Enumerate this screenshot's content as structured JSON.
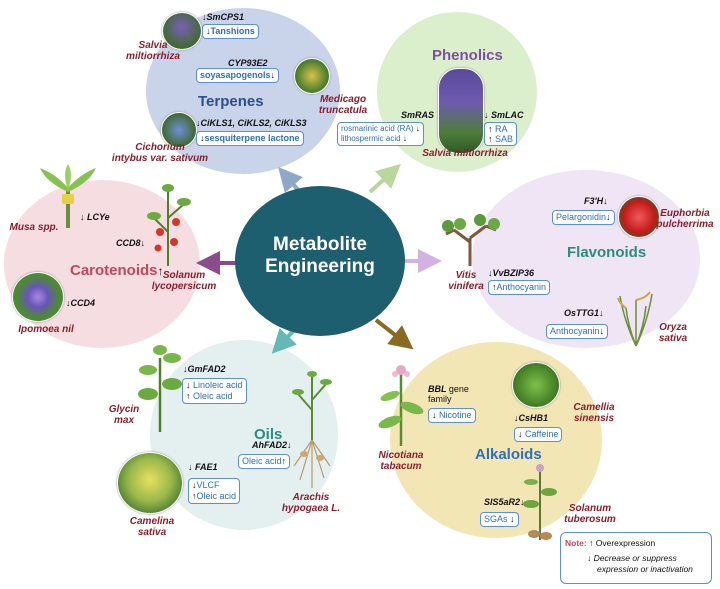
{
  "center": {
    "line1": "Metabolite",
    "line2": "Engineering"
  },
  "groups": {
    "terpenes": {
      "title": "Terpenes"
    },
    "phenolics": {
      "title": "Phenolics"
    },
    "flavonoids": {
      "title": "Flavonoids"
    },
    "alkaloids": {
      "title": "Alkaloids"
    },
    "oils": {
      "title": "Oils"
    },
    "carotenoids": {
      "title": "Carotenoids"
    }
  },
  "terpenes": {
    "gene1": "SmCPS1",
    "product1": "Tanshions",
    "species1a": "Salvia",
    "species1b": "miltiorrhiza",
    "gene2": "CYP93E2",
    "product2": "soyasapogenols",
    "species2a": "Medicago",
    "species2b": "truncatula",
    "gene3": "CiKLS1, CiKLS2, CiKLS3",
    "product3": "sesquiterpene lactone",
    "species3a": "Cichorium",
    "species3b": "intybus var. sativum"
  },
  "phenolics": {
    "gene1": "SmRAS",
    "gene2": "SmLAC",
    "product1": "rosmarinic acid (RA)",
    "product2": "lithospermic acid",
    "product3": "RA",
    "product4": "SAB",
    "species": "Salvia miltiorrhiza"
  },
  "flavonoids": {
    "gene1": "F3'H",
    "product1": "Pelargonidin",
    "species1a": "Euphorbia",
    "species1b": "pulcherrima",
    "gene2": "VvBZIP36",
    "product2": "Anthocyanin",
    "species2a": "Vitis",
    "species2b": "vinifera",
    "gene3": "OsTTG1",
    "product3": "Anthocyanin",
    "species3a": "Oryza",
    "species3b": "sativa"
  },
  "alkaloids": {
    "gene1a": "BBL",
    "gene1b": "gene",
    "gene1c": "family",
    "product1": "Nicotine",
    "species1a": "Nicotiana",
    "species1b": "tabacum",
    "gene2": "CsHB1",
    "product2": "Caffeine",
    "species2a": "Camellia",
    "species2b": "sinensis",
    "gene3": "SlS5aR2",
    "product3": "SGAs",
    "species3a": "Solanum",
    "species3b": "tuberosum"
  },
  "oils": {
    "gene1": "GmFAD2",
    "product1": "Linoleic acid",
    "product2": "Oleic acid",
    "species1a": "Glycin",
    "species1b": "max",
    "gene2": "AhFAD2",
    "product3": "Oleic acid",
    "species2a": "Arachis",
    "species2b": "hypogaea L.",
    "gene3": "FAE1",
    "product4": "VLCF",
    "product5": "Oleic acid",
    "species3a": "Camelina",
    "species3b": "sativa"
  },
  "carotenoids": {
    "gene1": "LCYe",
    "species1": "Musa spp.",
    "gene2": "CCD8",
    "species2a": "Solanum",
    "species2b": "lycopersicum",
    "gene3": "CCD4",
    "species3": "Ipomoea nil"
  },
  "note": {
    "label": "Note:",
    "up": "Overexpression",
    "down1": "Decrease or suppress",
    "down2": "expression or inactivation"
  },
  "symbols": {
    "up": "↑",
    "down": "↓"
  },
  "colors": {
    "center": "#1d5f6e",
    "terpenes": "#c9d3ea",
    "phenolics": "#dcefcd",
    "flavonoids": "#efe5f5",
    "alkaloids": "#f2e6b4",
    "oils": "#e3f0ef",
    "carotenoids": "#f6dde1"
  }
}
